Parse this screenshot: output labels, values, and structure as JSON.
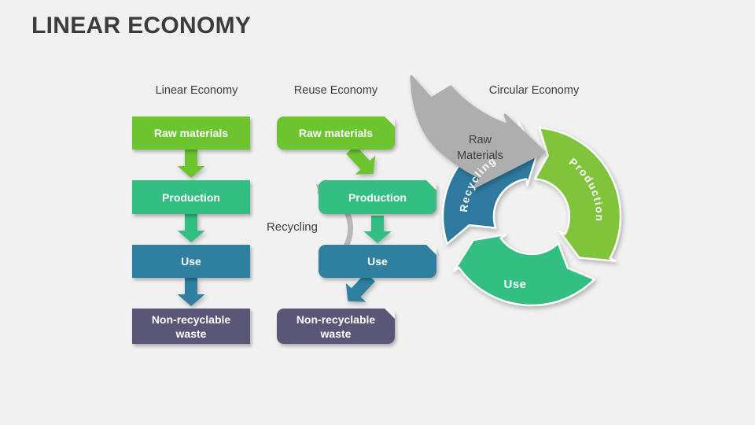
{
  "slide": {
    "title": "LINEAR ECONOMY"
  },
  "colors": {
    "background": "#f1f1f2",
    "lime": "#6cc42f",
    "emerald": "#33be82",
    "blue": "#2f7fa0",
    "purple": "#595677",
    "arc_green": "#80c43c",
    "arc_teal": "#33be82",
    "arc_blue": "#2e7a9e",
    "swoosh_gray": "#aeaeae",
    "loop_gray": "#b9b9b9",
    "text_dark": "#3d3d3d",
    "box_text": "#ffffff"
  },
  "linear": {
    "header": "Linear Economy",
    "steps": [
      {
        "label": "Raw materials",
        "color": "#6cc42f"
      },
      {
        "label": "Production",
        "color": "#33be82"
      },
      {
        "label": "Use",
        "color": "#2f7fa0"
      },
      {
        "label": "Non-recyclable waste",
        "color": "#595677"
      }
    ]
  },
  "reuse": {
    "header": "Reuse Economy",
    "recycle_label": "Recycling",
    "steps": [
      {
        "label": "Raw materials",
        "color": "#6cc42f"
      },
      {
        "label": "Production",
        "color": "#33be82"
      },
      {
        "label": "Use",
        "color": "#2f7fa0"
      },
      {
        "label": "Non-recyclable waste",
        "color": "#595677"
      }
    ]
  },
  "circular": {
    "header": "Circular Economy",
    "input_line1": "Raw",
    "input_line2": "Materials",
    "segments": [
      "Production",
      "Use",
      "Recycling"
    ]
  }
}
